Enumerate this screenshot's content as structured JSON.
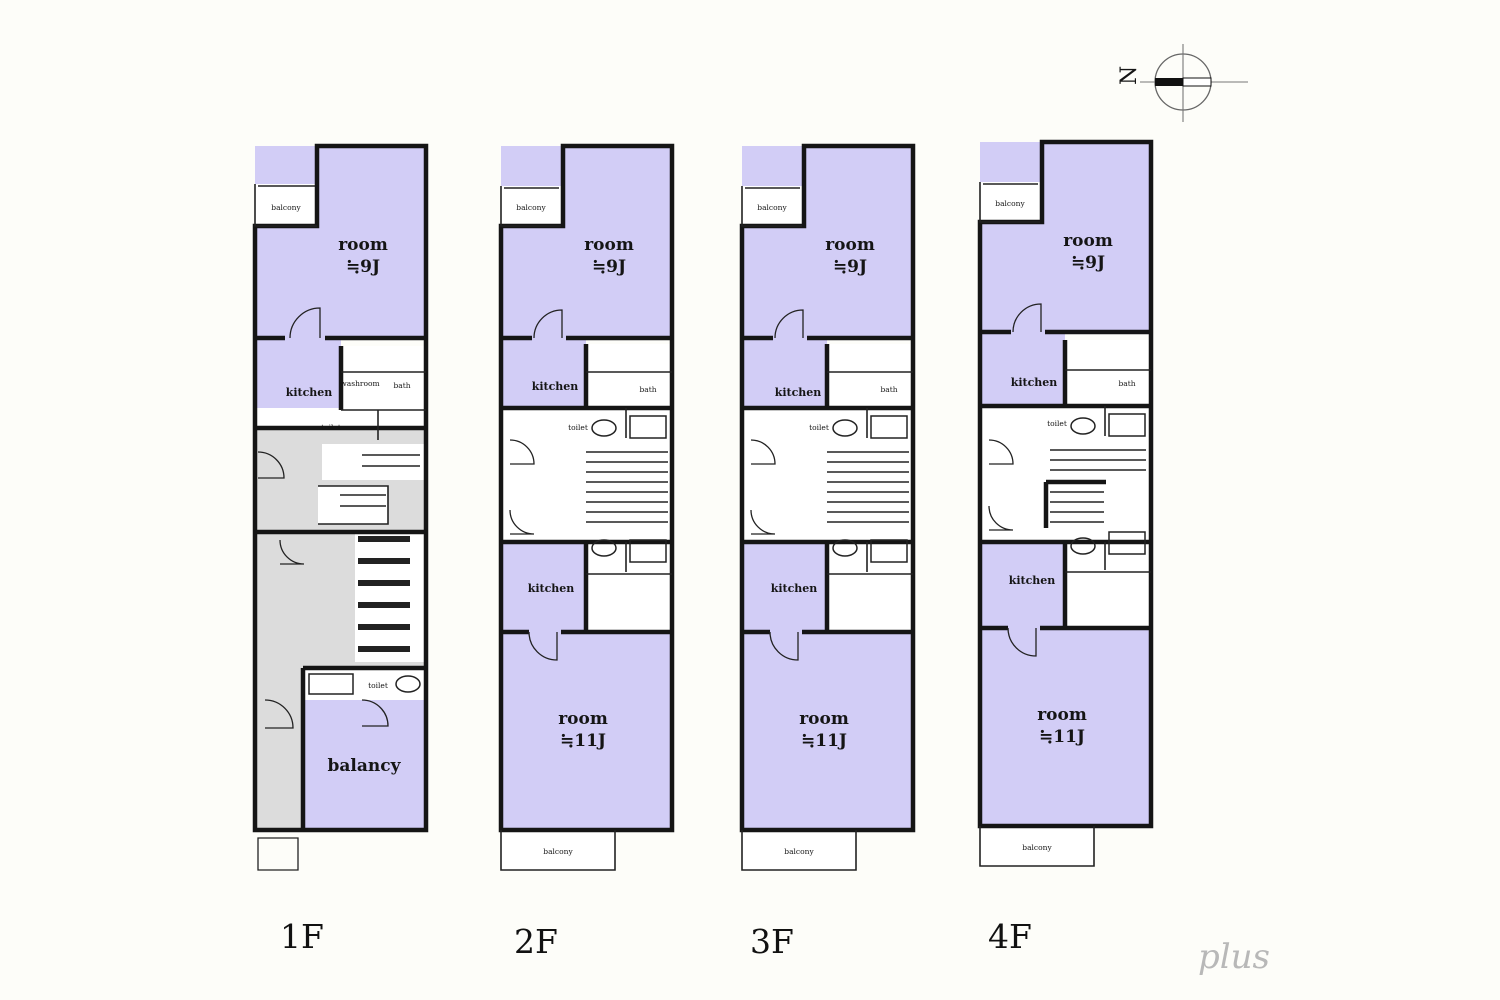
{
  "compass": {
    "north_label": "N"
  },
  "floors": [
    {
      "level": "1F",
      "room_top": {
        "name": "room",
        "size": "≒9J"
      },
      "balcony_top": "balcony",
      "kitchen": "kitchen",
      "washroom": "washroom",
      "bath": "bath",
      "toilet": "toilet",
      "bottom_area": "balancy",
      "bottom_toilet": "toilet"
    },
    {
      "level": "2F",
      "room_top": {
        "name": "room",
        "size": "≒9J"
      },
      "balcony_top": "balcony",
      "kitchen_top": "kitchen",
      "kitchen_bottom": "kitchen",
      "bath": "bath",
      "toilet": "toilet",
      "room_bottom": {
        "name": "room",
        "size": "≒11J"
      },
      "balcony_bottom": "balcony"
    },
    {
      "level": "3F",
      "room_top": {
        "name": "room",
        "size": "≒9J"
      },
      "balcony_top": "balcony",
      "kitchen_top": "kitchen",
      "kitchen_bottom": "kitchen",
      "bath": "bath",
      "toilet": "toilet",
      "room_bottom": {
        "name": "room",
        "size": "≒11J"
      },
      "balcony_bottom": "balcony"
    },
    {
      "level": "4F",
      "room_top": {
        "name": "room",
        "size": "≒9J"
      },
      "balcony_top": "balcony",
      "kitchen_top": "kitchen",
      "kitchen_bottom": "kitchen",
      "bath": "bath",
      "toilet": "toilet",
      "room_bottom": {
        "name": "room",
        "size": "≒11J"
      },
      "balcony_bottom": "balcony"
    }
  ],
  "watermark": "plus"
}
